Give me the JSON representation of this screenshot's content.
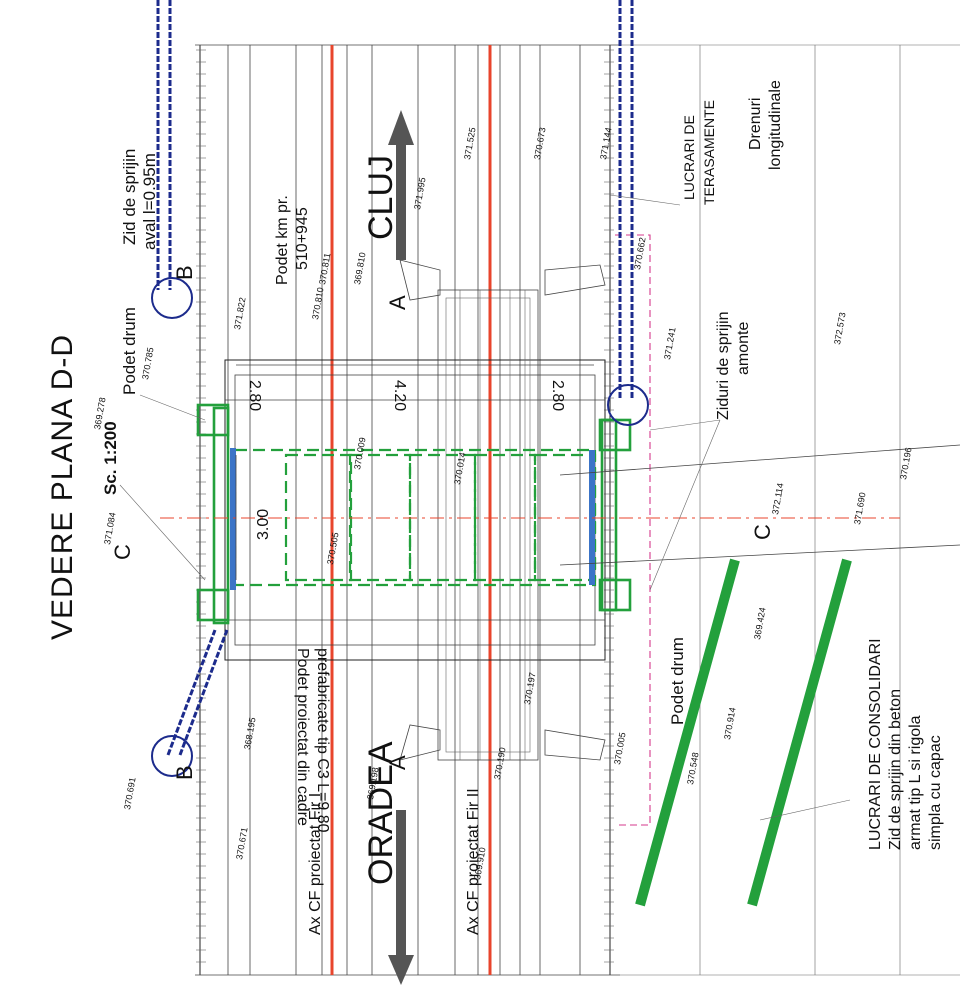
{
  "title": "VEDERE PLANA D-D",
  "scale": "Sc. 1:200",
  "direction_left": "ORADEA",
  "direction_right": "CLUJ",
  "colors": {
    "rail_axis": "#e8452c",
    "consolidation": "#23a03c",
    "culvert_highlight": "#3b74c7",
    "drains": "#1c2b8c",
    "pink_markers": "#d43a8c"
  },
  "section_marks": {
    "a_top": "A",
    "a_bottom": "A",
    "b_top": "B",
    "b_bottom": "B",
    "c_left": "C",
    "c_right": "C"
  },
  "labels": {
    "zid_sprijin_line1": "Zid de sprijin",
    "zid_sprijin_line2": "aval l=0.95m",
    "podet_drum_top": "Podet drum",
    "podet_km_line1": "Podet km pr.",
    "podet_km_line2": "510+945",
    "ziduri_line1": "Ziduri de sprijin",
    "ziduri_line2": "amonte",
    "lucrari_teras_line1": "LUCRARI DE",
    "lucrari_teras_line2": "TERASAMENTE",
    "drenuri_line1": "Drenuri",
    "drenuri_line2": "longitudinale",
    "podet_drum_bottom": "Podet drum",
    "podet_proiectat_line1": "Podet proiectat din cadre",
    "podet_proiectat_line2": "prefabricate tip C3 L=9.80",
    "ax_fir1": "Ax CF proiectat Fir I",
    "ax_fir2": "Ax CF proiectat Fir II",
    "consolidari_line1": "LUCRARI DE CONSOLIDARI",
    "consolidari_line2": "Zid de sprijin din beton",
    "consolidari_line3": "armat tip L si rigola",
    "consolidari_line4": "simpla cu capac"
  },
  "dimensions": {
    "d1": "2.80",
    "d2": "4.20",
    "d3": "2.80",
    "d4": "3.00"
  },
  "elevations": [
    "370.691",
    "369.278",
    "370.785",
    "371.822",
    "371.084",
    "370.505",
    "368.195",
    "370.671",
    "369.198",
    "369.810",
    "370.810",
    "370.811",
    "371.995",
    "371.525",
    "370.673",
    "371.144",
    "370.662",
    "371.241",
    "372.573",
    "371.690",
    "372.114",
    "370.196",
    "370.914",
    "369.424",
    "370.197",
    "370.190",
    "369.910",
    "370.005",
    "370.009",
    "370.014",
    "370.548"
  ]
}
